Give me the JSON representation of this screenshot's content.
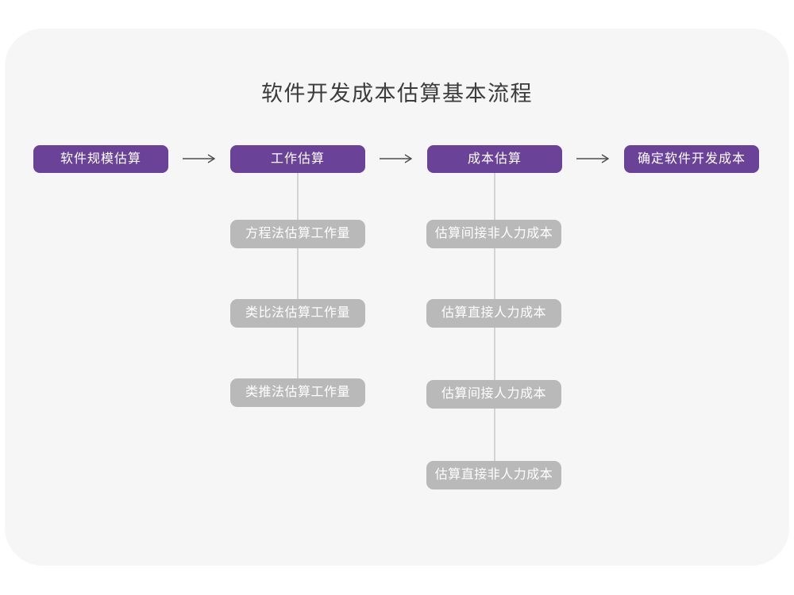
{
  "title": "软件开发成本估算基本流程",
  "colors": {
    "page_bg": "#ffffff",
    "card_bg": "#f6f6f6",
    "stage_purple": "#6a4399",
    "substep_gray": "#b9b9b9",
    "connector": "#d4d4d4",
    "arrow": "#4d4d4d",
    "title_text": "#3c3c3c",
    "node_text": "#ffffff"
  },
  "flow": {
    "stages": [
      {
        "label": "软件规模估算"
      },
      {
        "label": "工作估算"
      },
      {
        "label": "成本估算"
      },
      {
        "label": "确定软件开发成本"
      }
    ],
    "work_substeps": [
      "方程法估算工作量",
      "类比法估算工作量",
      "类推法估算工作量"
    ],
    "cost_substeps": [
      "估算间接非人力成本",
      "估算直接人力成本",
      "估算间接人力成本",
      "估算直接非人力成本"
    ]
  }
}
